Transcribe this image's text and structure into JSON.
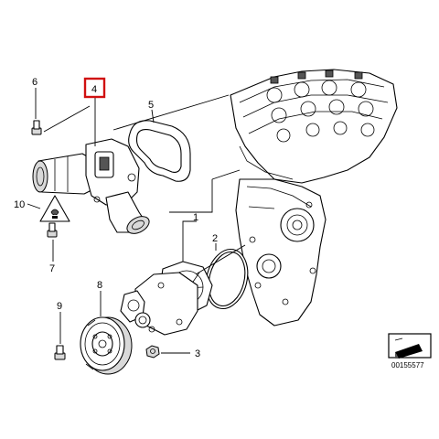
{
  "callouts": [
    {
      "id": "callout-1",
      "label": "1"
    },
    {
      "id": "callout-2",
      "label": "2"
    },
    {
      "id": "callout-3",
      "label": "3"
    },
    {
      "id": "callout-4",
      "label": "4"
    },
    {
      "id": "callout-5",
      "label": "5"
    },
    {
      "id": "callout-6",
      "label": "6"
    },
    {
      "id": "callout-7",
      "label": "7"
    },
    {
      "id": "callout-8",
      "label": "8"
    },
    {
      "id": "callout-9",
      "label": "9"
    },
    {
      "id": "callout-10",
      "label": "10"
    }
  ],
  "highlighted_callout": "4",
  "highlight_color": "#d01010",
  "diagram_number": "00155577",
  "icons": [
    "warning-triangle-icon",
    "part-sheet-icon"
  ]
}
